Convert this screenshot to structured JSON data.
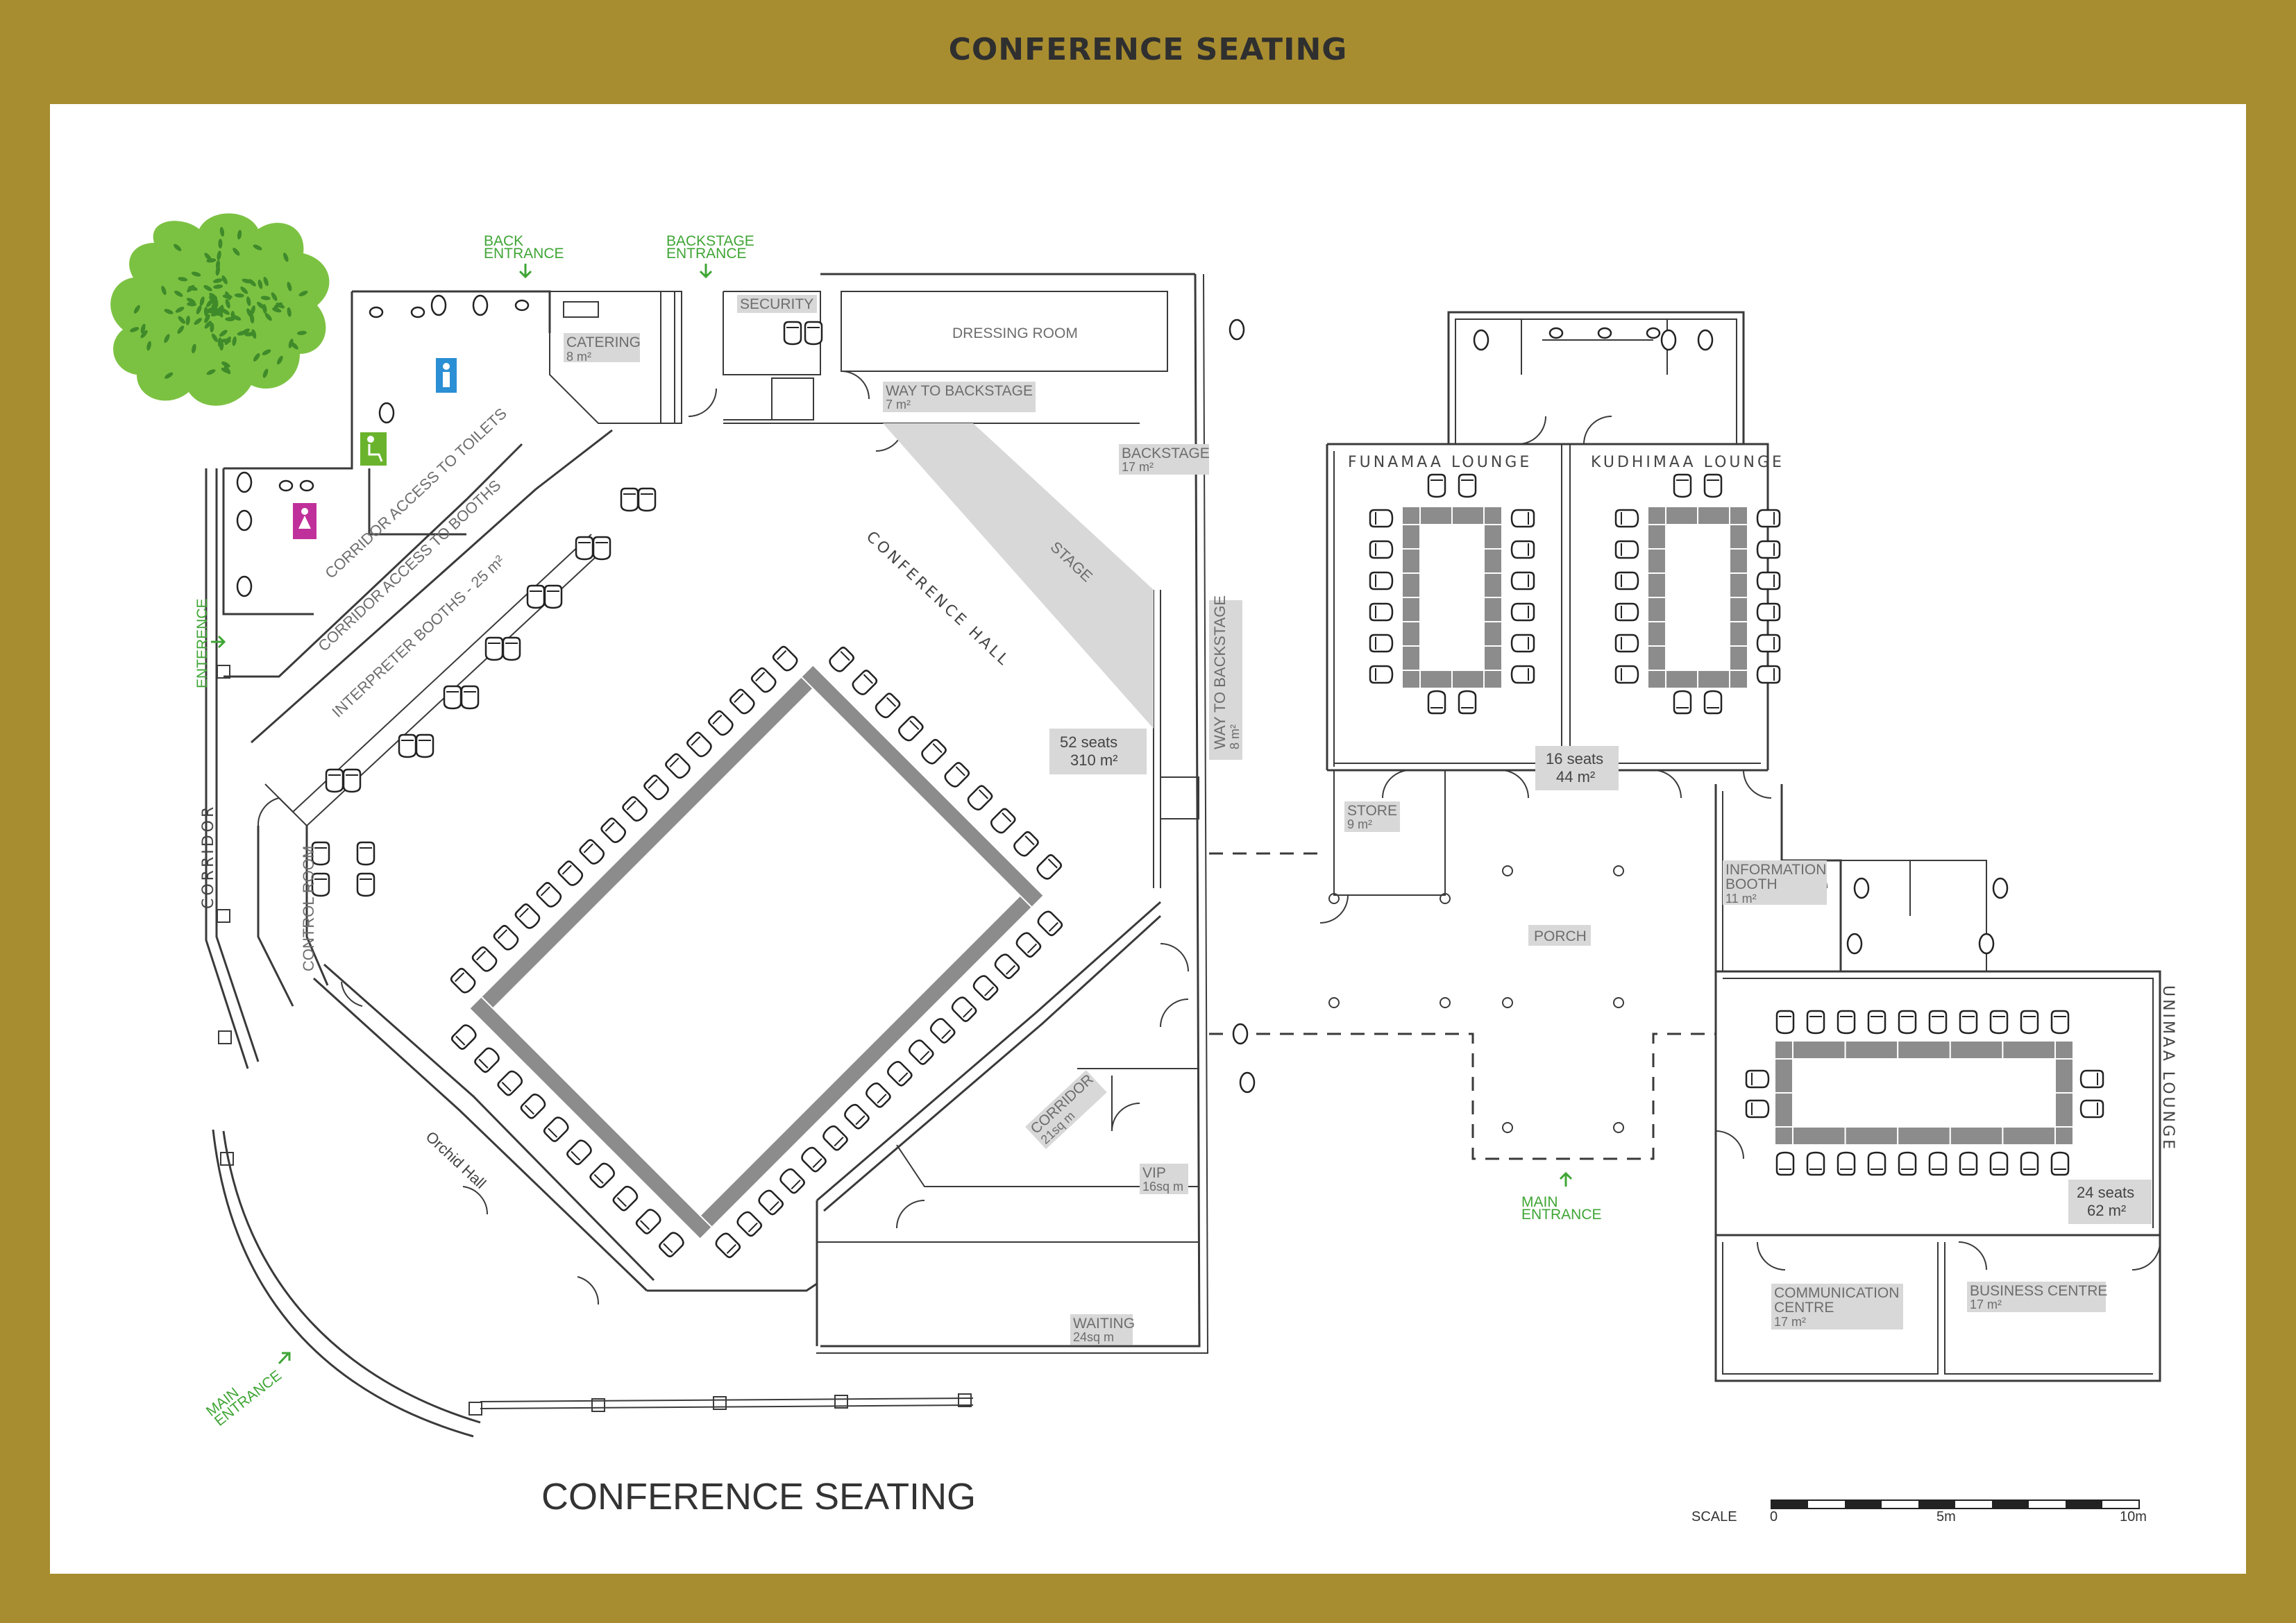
{
  "header": {
    "title": "CONFERENCE SEATING"
  },
  "footer": {
    "title": "CONFERENCE SEATING"
  },
  "scale": {
    "label": "SCALE",
    "ticks": [
      "0",
      "5m",
      "10m"
    ]
  },
  "entrances": {
    "back_1": "BACK",
    "back_2": "ENTRANCE",
    "backstage_1": "BACKSTAGE",
    "backstage_2": "ENTRANCE",
    "side": "ENTERENCE",
    "main_left_1": "MAIN",
    "main_left_2": "ENTRANCE",
    "main_right_1": "MAIN",
    "main_right_2": "ENTRANCE"
  },
  "rooms": {
    "catering": {
      "name": "CATERING",
      "area": "8 m²"
    },
    "security": {
      "name": "SECURITY"
    },
    "dressing": {
      "name": "DRESSING ROOM"
    },
    "way_backstage_top": {
      "name": "WAY TO BACKSTAGE",
      "area": "7 m²"
    },
    "backstage": {
      "name": "BACKSTAGE",
      "area": "17 m²"
    },
    "stage": {
      "name": "STAGE"
    },
    "conference_hall": {
      "name": "CONFERENCE HALL",
      "seats": "52 seats",
      "area": "310 m²"
    },
    "way_backstage_side": {
      "name": "WAY TO BACKSTAGE",
      "area": "8 m²"
    },
    "corridor_toilets": {
      "name": "CORRIDOR ACCESS TO TOILETS"
    },
    "corridor_booths": {
      "name": "CORRIDOR ACCESS TO BOOTHS"
    },
    "interpreter_booths": {
      "name": "INTERPRETER BOOTHS - 25 m²"
    },
    "corridor_left": {
      "name": "CORRIDOR"
    },
    "control_room": {
      "name": "CONTROL ROOM"
    },
    "orchid_hall": {
      "name": "Orchid Hall"
    },
    "corridor_right": {
      "name": "CORRIDOR",
      "area": "21sq m"
    },
    "vip": {
      "name": "VIP",
      "area": "16sq m"
    },
    "waiting": {
      "name": "WAITING",
      "area": "24sq m"
    },
    "funamaa": {
      "name": "FUNAMAA LOUNGE"
    },
    "kudhimaa": {
      "name": "KUDHIMAA LOUNGE"
    },
    "lounges_capacity": {
      "seats": "16 seats",
      "area": "44 m²"
    },
    "store": {
      "name": "STORE",
      "area": "9 m²"
    },
    "porch": {
      "name": "PORCH"
    },
    "info_booth": {
      "name_1": "INFORMATION",
      "name_2": "BOOTH",
      "area": "11 m²"
    },
    "unimaa": {
      "name": "UNIMAA LOUNGE",
      "seats": "24 seats",
      "area": "62 m²"
    },
    "communication": {
      "name_1": "COMMUNICATION",
      "name_2": "CENTRE",
      "area": "17 m²"
    },
    "business": {
      "name": "BUSINESS CENTRE",
      "area": "17 m²"
    }
  },
  "colors": {
    "frame": "#a88d30",
    "table": "#8c8c8c",
    "label_bg": "#d8d8d8",
    "entrance": "#3fa535",
    "male_sign": "#2a8fd4",
    "female_sign": "#c0309a",
    "accessible_sign": "#6ab42d",
    "tree": "#7cc242"
  },
  "icons": [
    "male-toilet-icon",
    "female-toilet-icon",
    "accessible-toilet-icon",
    "tree-icon",
    "entrance-arrow-icon"
  ]
}
